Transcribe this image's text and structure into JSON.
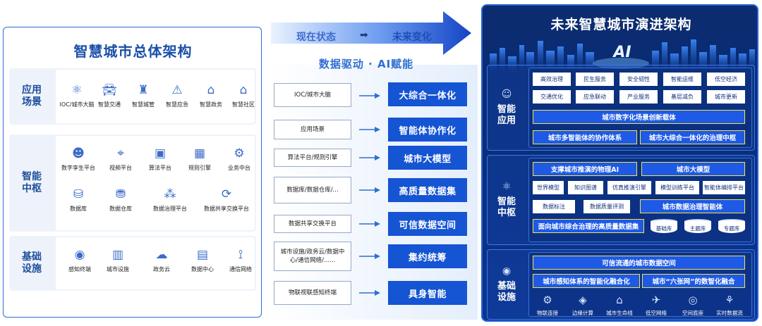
{
  "left": {
    "title": "智慧城市总体架构",
    "sections": [
      {
        "label": "应用\n场景",
        "items": [
          {
            "icon": "brain-icon",
            "label": "IOC/城市大脑"
          },
          {
            "icon": "car-icon",
            "label": "智慧交通"
          },
          {
            "icon": "officer-icon",
            "label": "智慧城管"
          },
          {
            "icon": "alarm-icon",
            "label": "智慧应急"
          },
          {
            "icon": "government-icon",
            "label": "智慧政务"
          },
          {
            "icon": "community-icon",
            "label": "智慧社区"
          }
        ]
      },
      {
        "label": "智能\n中枢",
        "items": [
          {
            "icon": "engineer-icon",
            "label": "数字孪生平台"
          },
          {
            "icon": "location-icon",
            "label": "视频平台"
          },
          {
            "icon": "monitor-icon",
            "label": "算法平台"
          },
          {
            "icon": "chip-icon",
            "label": "规则引擎"
          },
          {
            "icon": "gear-icon",
            "label": "业务中台"
          },
          {
            "icon": "database-icon",
            "label": "数据库"
          },
          {
            "icon": "warehouse-icon",
            "label": "数据仓库"
          },
          {
            "icon": "network-icon",
            "label": "数据治理平台"
          },
          {
            "icon": "share-icon",
            "label": "数据共享交换平台"
          }
        ]
      },
      {
        "label": "基础\n设施",
        "items": [
          {
            "icon": "sensor-icon",
            "label": "感知终端"
          },
          {
            "icon": "building-icon",
            "label": "城市设施"
          },
          {
            "icon": "cloud-icon",
            "label": "政务云"
          },
          {
            "icon": "datacenter-icon",
            "label": "数据中心"
          },
          {
            "icon": "antenna-icon",
            "label": "通信网络"
          }
        ]
      }
    ]
  },
  "middle": {
    "arrow_left": "现在状态",
    "arrow_mid": "➡",
    "arrow_right": "未来变化",
    "subtitle": "数据驱动 · AI赋能",
    "rows": [
      {
        "from": "IOC/城市大脑",
        "to": "大综合一体化"
      },
      {
        "from": "应用场景",
        "to": "智能体协作化"
      },
      {
        "from": "算法平台/规则引擎",
        "to": "城市大模型"
      },
      {
        "from": "数据库/数据仓库/...",
        "to": "高质量数据集"
      },
      {
        "from": "数据共享交换平台",
        "to": "可信数据空间"
      },
      {
        "from": "城市设施/政务云/数据中心/通信网络/......",
        "to": "集约统筹"
      },
      {
        "from": "物联视联感知终端",
        "to": "具身智能"
      }
    ]
  },
  "right": {
    "title": "未来智慧城市演进架构",
    "ai": "AI",
    "app": {
      "label": "智能\n应用",
      "row1": [
        "高效治理",
        "民生服务",
        "安全韧性",
        "智能运维",
        "低空经济"
      ],
      "row2": [
        "交通优化",
        "应急联动",
        "产业服务",
        "基层减负",
        "城市更新"
      ],
      "carrier": "城市数字化场景创新载体",
      "agents": "城市多智能体的协作体系",
      "governance": "城市大综合一体化的治理中枢"
    },
    "hub": {
      "label": "智能\n中枢",
      "physical_ai": "支撑城市推演的物理AI",
      "city_model": "城市大模型",
      "tools": [
        "世界模型",
        "知识图谱",
        "仿真推演引擎",
        "模型训练平台",
        "智能体编排平台"
      ],
      "labeling": "数据标注",
      "quality": "数据质量评测",
      "data_agent": "城市数据治理智能体",
      "dataset": "面向城市综合治理的高质量数据集",
      "stores": [
        "基础库",
        "主题库",
        "专题库"
      ]
    },
    "infra": {
      "label": "基础\n设施",
      "space": "可信流通的城市数据空间",
      "perception": "城市感知体系的智能化融合化",
      "six_networks": "城市“六张网”的数智化融合",
      "items": [
        {
          "icon": "link-icon",
          "label": "物联连接"
        },
        {
          "icon": "edge-computing-icon",
          "label": "边缘计算"
        },
        {
          "icon": "lifeline-icon",
          "label": "城市生命线"
        },
        {
          "icon": "drone-icon",
          "label": "低空网络"
        },
        {
          "icon": "space-base-icon",
          "label": "空间底座"
        },
        {
          "icon": "data-stream-icon",
          "label": "实时数据流"
        }
      ]
    }
  },
  "colors": {
    "blue": "#1554d2",
    "dark_navy": "#0b2c6e",
    "yellow_border": "#f3e24b"
  }
}
